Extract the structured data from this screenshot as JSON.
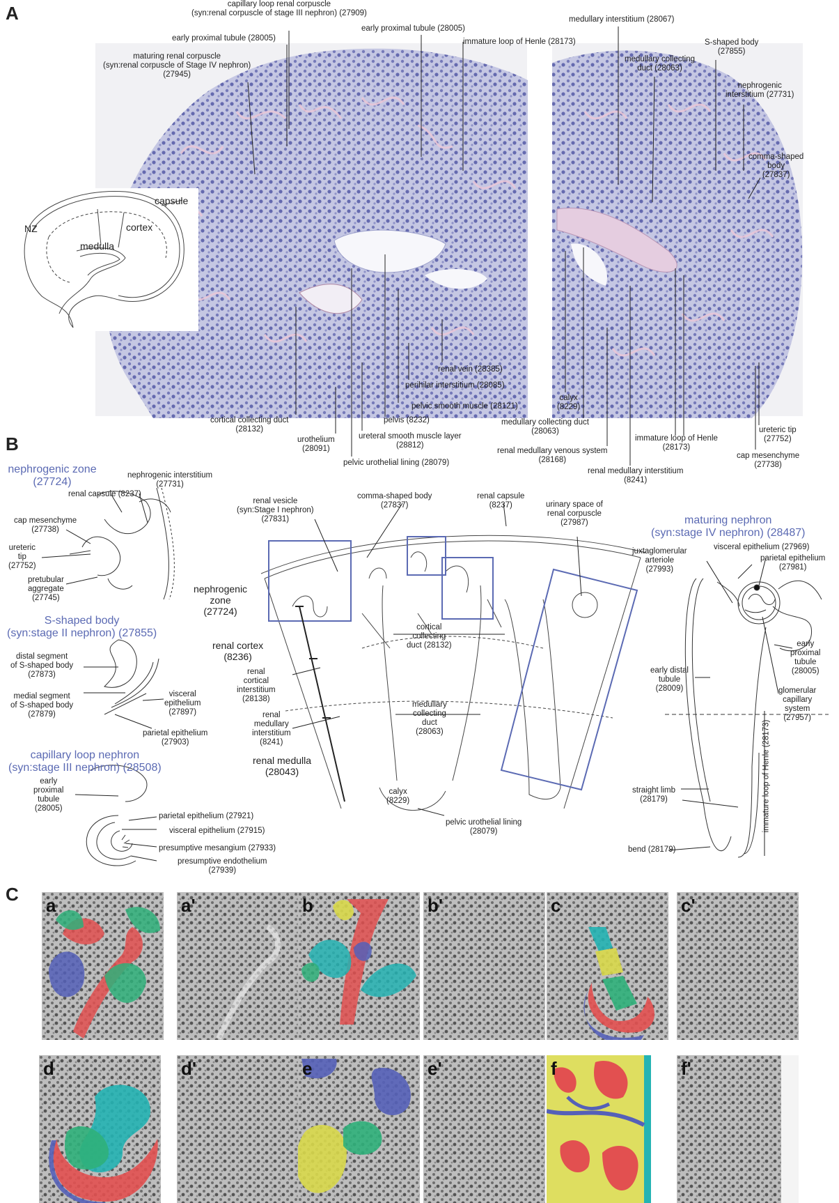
{
  "panels": {
    "A": "A",
    "B": "B",
    "C": "C"
  },
  "panelA": {
    "inset": {
      "capsule": "capsule",
      "cortex": "cortex",
      "medulla": "medulla",
      "nz": "NZ"
    },
    "top_labels": [
      "capillary loop renal corpuscle\n(syn:renal corpuscle of stage III nephron) (27909)",
      "early proximal tubule (28005)",
      "maturing renal corpuscle\n(syn:renal corpuscle of Stage IV nephron)\n(27945)",
      "early proximal tubule (28005)",
      "immature loop of Henle (28173)",
      "medullary interstitium (28067)",
      "S-shaped body\n(27855)",
      "medullary collecting\nduct (28063)",
      "nephrogenic\ninterstitium (27731)",
      "comma-shaped\nbody\n(27837)"
    ],
    "bottom_labels": [
      "renal vein (28385)",
      "perihilar interstitium (28085)",
      "pelvic smooth muscle (28121)",
      "pelvis (8232)",
      "cortical collecting duct\n(28132)",
      "urothelium\n(28091)",
      "ureteral smooth muscle layer\n(28812)",
      "pelvic urothelial lining (28079)",
      "calyx\n(8229)",
      "medullary collecting duct\n(28063)",
      "renal medullary venous system\n(28168)",
      "immature loop of Henle\n(28173)",
      "renal medullary interstitium\n(8241)",
      "ureteric tip\n(27752)",
      "cap mesenchyme\n(27738)"
    ]
  },
  "panelB": {
    "nz_title": "nephrogenic zone\n(27724)",
    "nz_labels": [
      "nephrogenic interstitium\n(27731)",
      "renal capsule (8237)",
      "cap mesenchyme\n(27738)",
      "ureteric\ntip\n(27752)",
      "pretubular\naggregate\n(27745)"
    ],
    "s_title": "S-shaped body\n(syn:stage II nephron) (27855)",
    "s_labels": [
      "distal segment\nof S-shaped body\n(27873)",
      "medial segment\nof S-shaped body\n(27879)",
      "visceral\nepithelium\n(27897)",
      "parietal epithelium\n(27903)"
    ],
    "cl_title": "capillary loop nephron\n(syn:stage III nephron) (28508)",
    "cl_labels": [
      "early\nproximal\ntubule\n(28005)",
      "parietal epithelium (27921)",
      "visceral epithelium (27915)",
      "presumptive mesangium (27933)",
      "presumptive endothelium\n(27939)"
    ],
    "center_labels": [
      "renal vesicle\n(syn:Stage I nephron)\n(27831)",
      "comma-shaped body\n(27837)",
      "renal capsule\n(8237)",
      "urinary space of\nrenal corpuscle\n(27987)",
      "cortical\ncollecting\nduct (28132)",
      "renal\ncortical\ninterstitium\n(28138)",
      "renal\nmedullary\ninterstitium\n(8241)",
      "medullary\ncollecting\nduct\n(28063)",
      "calyx\n(8229)",
      "pelvic urothelial lining\n(28079)"
    ],
    "zone_labels": [
      "nephrogenic\nzone\n(27724)",
      "renal cortex\n(8236)",
      "renal medulla\n(28043)"
    ],
    "mat_title": "maturing nephron\n(syn:stage IV nephron) (28487)",
    "mat_labels": [
      "juxtaglomerular\narteriole\n(27993)",
      "visceral epithelium (27969)",
      "parietal epithelium\n(27981)",
      "early\nproximal\ntubule\n(28005)",
      "early distal\ntubule\n(28009)",
      "glomerular\ncapillary\nsystem\n(27957)",
      "immature loop of Henle (28173)",
      "straight limb\n(28179)",
      "bend (28179)"
    ]
  },
  "panelC": {
    "tiles": [
      "a",
      "a'",
      "b",
      "b'",
      "c",
      "c'",
      "d",
      "d'",
      "e",
      "e'",
      "f",
      "f'"
    ]
  },
  "colors": {
    "blue_label": "#5b6ab3",
    "box_blue": "#5b6ab3",
    "tissue_bg": "#b9bcdc",
    "red": "#e25050",
    "green": "#2fb07a",
    "teal": "#24b3b3",
    "purple": "#5560b8",
    "yellow": "#d8d84a"
  }
}
